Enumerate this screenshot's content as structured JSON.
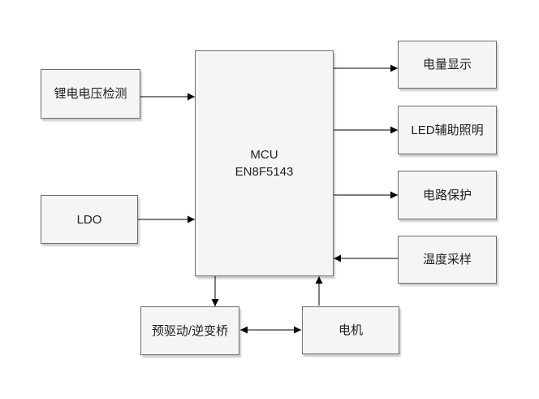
{
  "diagram": {
    "type": "block-diagram",
    "background": "#ffffff",
    "colors": {
      "node_fill": "#f5f5f5",
      "node_border": "#6e6e6e",
      "connector": "#000000",
      "text": "#1f1f1f"
    },
    "nodes": {
      "lithium_voltage_detect": {
        "label": "锂电电压检测"
      },
      "ldo": {
        "label": "LDO"
      },
      "mcu": {
        "label": "MCU\nEN8F5143"
      },
      "battery_level_display": {
        "label": "电量显示"
      },
      "led_aux_light": {
        "label": "LED辅助照明"
      },
      "circuit_protection": {
        "label": "电路保护"
      },
      "temperature_sampling": {
        "label": "温度采样"
      },
      "predriver_inverter_bridge": {
        "label": "预驱动/逆变桥"
      },
      "motor": {
        "label": "电机"
      }
    },
    "edges": [
      {
        "from": "锂电电压检测",
        "to": "MCU EN8F5143",
        "direction": "one-way"
      },
      {
        "from": "LDO",
        "to": "MCU EN8F5143",
        "direction": "one-way"
      },
      {
        "from": "MCU EN8F5143",
        "to": "电量显示",
        "direction": "one-way"
      },
      {
        "from": "MCU EN8F5143",
        "to": "LED辅助照明",
        "direction": "one-way"
      },
      {
        "from": "MCU EN8F5143",
        "to": "电路保护",
        "direction": "one-way"
      },
      {
        "from": "温度采样",
        "to": "MCU EN8F5143",
        "direction": "one-way"
      },
      {
        "from": "MCU EN8F5143",
        "to": "预驱动/逆变桥",
        "direction": "one-way"
      },
      {
        "from": "电机",
        "to": "MCU EN8F5143",
        "direction": "one-way"
      },
      {
        "from": "预驱动/逆变桥",
        "to": "电机",
        "direction": "two-way"
      }
    ]
  }
}
